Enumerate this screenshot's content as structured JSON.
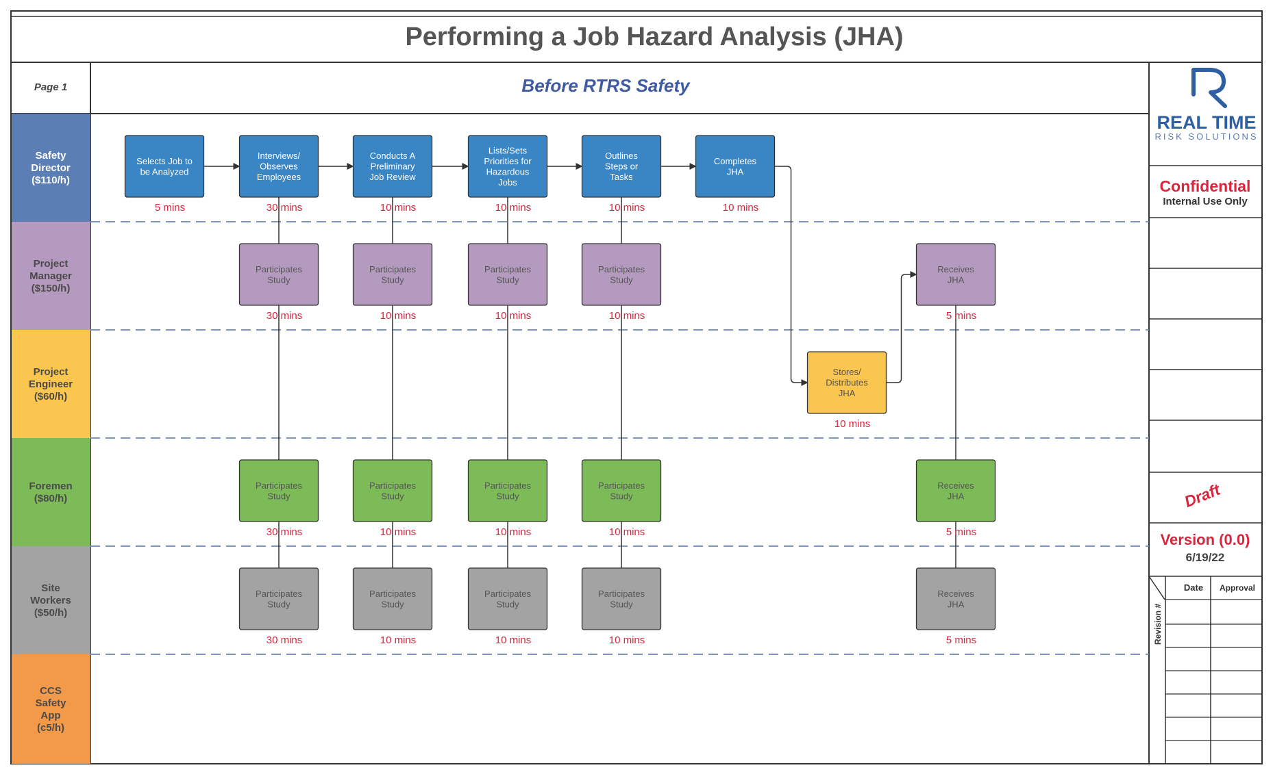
{
  "title": "Performing a Job Hazard Analysis (JHA)",
  "page_label": "Page 1",
  "subtitle": "Before RTRS Safety",
  "logo": {
    "main": "REAL TIME",
    "sub": "RISK SOLUTIONS",
    "color": "#2e5fa3"
  },
  "side_panel": {
    "confidential": "Confidential",
    "internal": "Internal Use Only",
    "draft": "Draft",
    "version": "Version (0.0)",
    "date": "6/19/22",
    "revision_header": "Revision #",
    "date_header": "Date",
    "approval_header": "Approval"
  },
  "lanes": [
    {
      "lines": [
        "Safety",
        "Director",
        "($110/h)"
      ],
      "fill": "#5b7fb5",
      "text_color": "#ffffff"
    },
    {
      "lines": [
        "Project",
        "Manager",
        "($150/h)"
      ],
      "fill": "#b59ac0",
      "text_color": "#4a4a4a"
    },
    {
      "lines": [
        "Project",
        "Engineer",
        "($60/h)"
      ],
      "fill": "#fbc64f",
      "text_color": "#4a4a4a"
    },
    {
      "lines": [
        "Foremen",
        "($80/h)"
      ],
      "fill": "#7dba58",
      "text_color": "#4a4a4a"
    },
    {
      "lines": [
        "Site",
        "Workers",
        "($50/h)"
      ],
      "fill": "#a3a3a3",
      "text_color": "#4a4a4a"
    },
    {
      "lines": [
        "CCS",
        "Safety",
        "App",
        "(c5/h)"
      ],
      "fill": "#f39a4a",
      "text_color": "#4a4a4a"
    }
  ],
  "nodes": [
    {
      "id": "sd1",
      "lane": 0,
      "col": 0,
      "lines": [
        "Selects Job to",
        "be Analyzed"
      ],
      "duration": "5 mins"
    },
    {
      "id": "sd2",
      "lane": 0,
      "col": 1,
      "lines": [
        "Interviews/",
        "Observes",
        "Employees"
      ],
      "duration": "30 mins"
    },
    {
      "id": "sd3",
      "lane": 0,
      "col": 2,
      "lines": [
        "Conducts A",
        "Preliminary",
        "Job Review"
      ],
      "duration": "10 mins"
    },
    {
      "id": "sd4",
      "lane": 0,
      "col": 3,
      "lines": [
        "Lists/Sets",
        "Priorities for",
        "Hazardous",
        "Jobs"
      ],
      "duration": "10 mins"
    },
    {
      "id": "sd5",
      "lane": 0,
      "col": 4,
      "lines": [
        "Outlines",
        "Steps or",
        "Tasks"
      ],
      "duration": "10 mins"
    },
    {
      "id": "sd6",
      "lane": 0,
      "col": 5,
      "lines": [
        "Completes",
        "JHA"
      ],
      "duration": "10 mins"
    },
    {
      "id": "pm1",
      "lane": 1,
      "col": 1,
      "lines": [
        "Participates",
        "Study"
      ],
      "duration": "30 mins"
    },
    {
      "id": "pm2",
      "lane": 1,
      "col": 2,
      "lines": [
        "Participates",
        "Study"
      ],
      "duration": "10 mins"
    },
    {
      "id": "pm3",
      "lane": 1,
      "col": 3,
      "lines": [
        "Participates",
        "Study"
      ],
      "duration": "10 mins"
    },
    {
      "id": "pm4",
      "lane": 1,
      "col": 4,
      "lines": [
        "Participates",
        "Study"
      ],
      "duration": "10 mins"
    },
    {
      "id": "pm5",
      "lane": 1,
      "col": 7,
      "lines": [
        "Receives",
        "JHA"
      ],
      "duration": "5 mins"
    },
    {
      "id": "pe1",
      "lane": 2,
      "col": 6,
      "lines": [
        "Stores/",
        "Distributes",
        "JHA"
      ],
      "duration": "10 mins"
    },
    {
      "id": "fm1",
      "lane": 3,
      "col": 1,
      "lines": [
        "Participates",
        "Study"
      ],
      "duration": "30 mins"
    },
    {
      "id": "fm2",
      "lane": 3,
      "col": 2,
      "lines": [
        "Participates",
        "Study"
      ],
      "duration": "10 mins"
    },
    {
      "id": "fm3",
      "lane": 3,
      "col": 3,
      "lines": [
        "Participates",
        "Study"
      ],
      "duration": "10 mins"
    },
    {
      "id": "fm4",
      "lane": 3,
      "col": 4,
      "lines": [
        "Participates",
        "Study"
      ],
      "duration": "10 mins"
    },
    {
      "id": "fm5",
      "lane": 3,
      "col": 7,
      "lines": [
        "Receives",
        "JHA"
      ],
      "duration": "5 mins"
    },
    {
      "id": "sw1",
      "lane": 4,
      "col": 1,
      "lines": [
        "Participates",
        "Study"
      ],
      "duration": "30 mins"
    },
    {
      "id": "sw2",
      "lane": 4,
      "col": 2,
      "lines": [
        "Participates",
        "Study"
      ],
      "duration": "10 mins"
    },
    {
      "id": "sw3",
      "lane": 4,
      "col": 3,
      "lines": [
        "Participates",
        "Study"
      ],
      "duration": "10 mins"
    },
    {
      "id": "sw4",
      "lane": 4,
      "col": 4,
      "lines": [
        "Participates",
        "Study"
      ],
      "duration": "10 mins"
    },
    {
      "id": "sw5",
      "lane": 4,
      "col": 7,
      "lines": [
        "Receives",
        "JHA"
      ],
      "duration": "5 mins"
    }
  ],
  "arrows": [
    [
      "sd1",
      "sd2"
    ],
    [
      "sd2",
      "sd3"
    ],
    [
      "sd3",
      "sd4"
    ],
    [
      "sd4",
      "sd5"
    ],
    [
      "sd5",
      "sd6"
    ],
    [
      "sd6",
      "pe1"
    ],
    [
      "pe1",
      "pm5"
    ]
  ],
  "links": [
    [
      "sd2",
      "pm1"
    ],
    [
      "pm1",
      "fm1"
    ],
    [
      "fm1",
      "sw1"
    ],
    [
      "sd3",
      "pm2"
    ],
    [
      "pm2",
      "fm2"
    ],
    [
      "fm2",
      "sw2"
    ],
    [
      "sd4",
      "pm3"
    ],
    [
      "pm3",
      "fm3"
    ],
    [
      "fm3",
      "sw3"
    ],
    [
      "sd5",
      "pm4"
    ],
    [
      "pm4",
      "fm4"
    ],
    [
      "fm4",
      "sw4"
    ],
    [
      "pm5",
      "fm5"
    ],
    [
      "fm5",
      "sw5"
    ]
  ],
  "colors": {
    "accent_red": "#d7263d",
    "title_gray": "#555555",
    "subtitle_blue": "#3f5aa0",
    "director_box": "#3a86c4",
    "manager_box": "#b59ac0",
    "engineer_box": "#fbc64f",
    "foremen_box": "#7dba58",
    "workers_box": "#a3a3a3",
    "divider": "#6a86b8"
  }
}
